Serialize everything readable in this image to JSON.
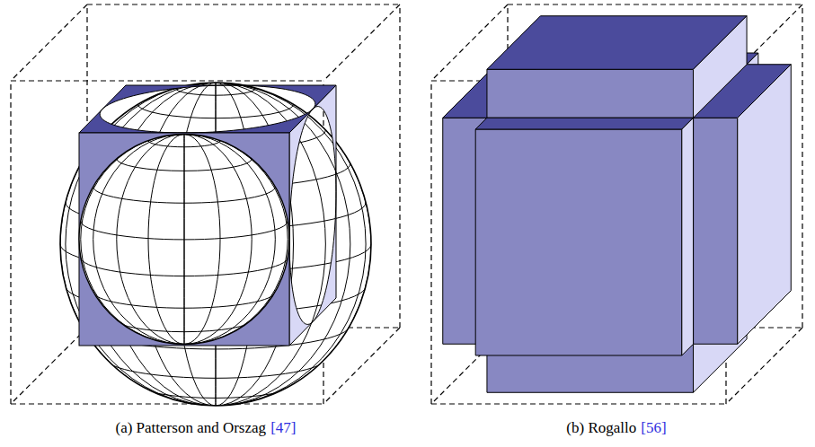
{
  "diagram": {
    "labels": [
      "(a) Patterson and Orszag",
      "[47]",
      "(b) Rogallo",
      "[56]"
    ]
  }
}
